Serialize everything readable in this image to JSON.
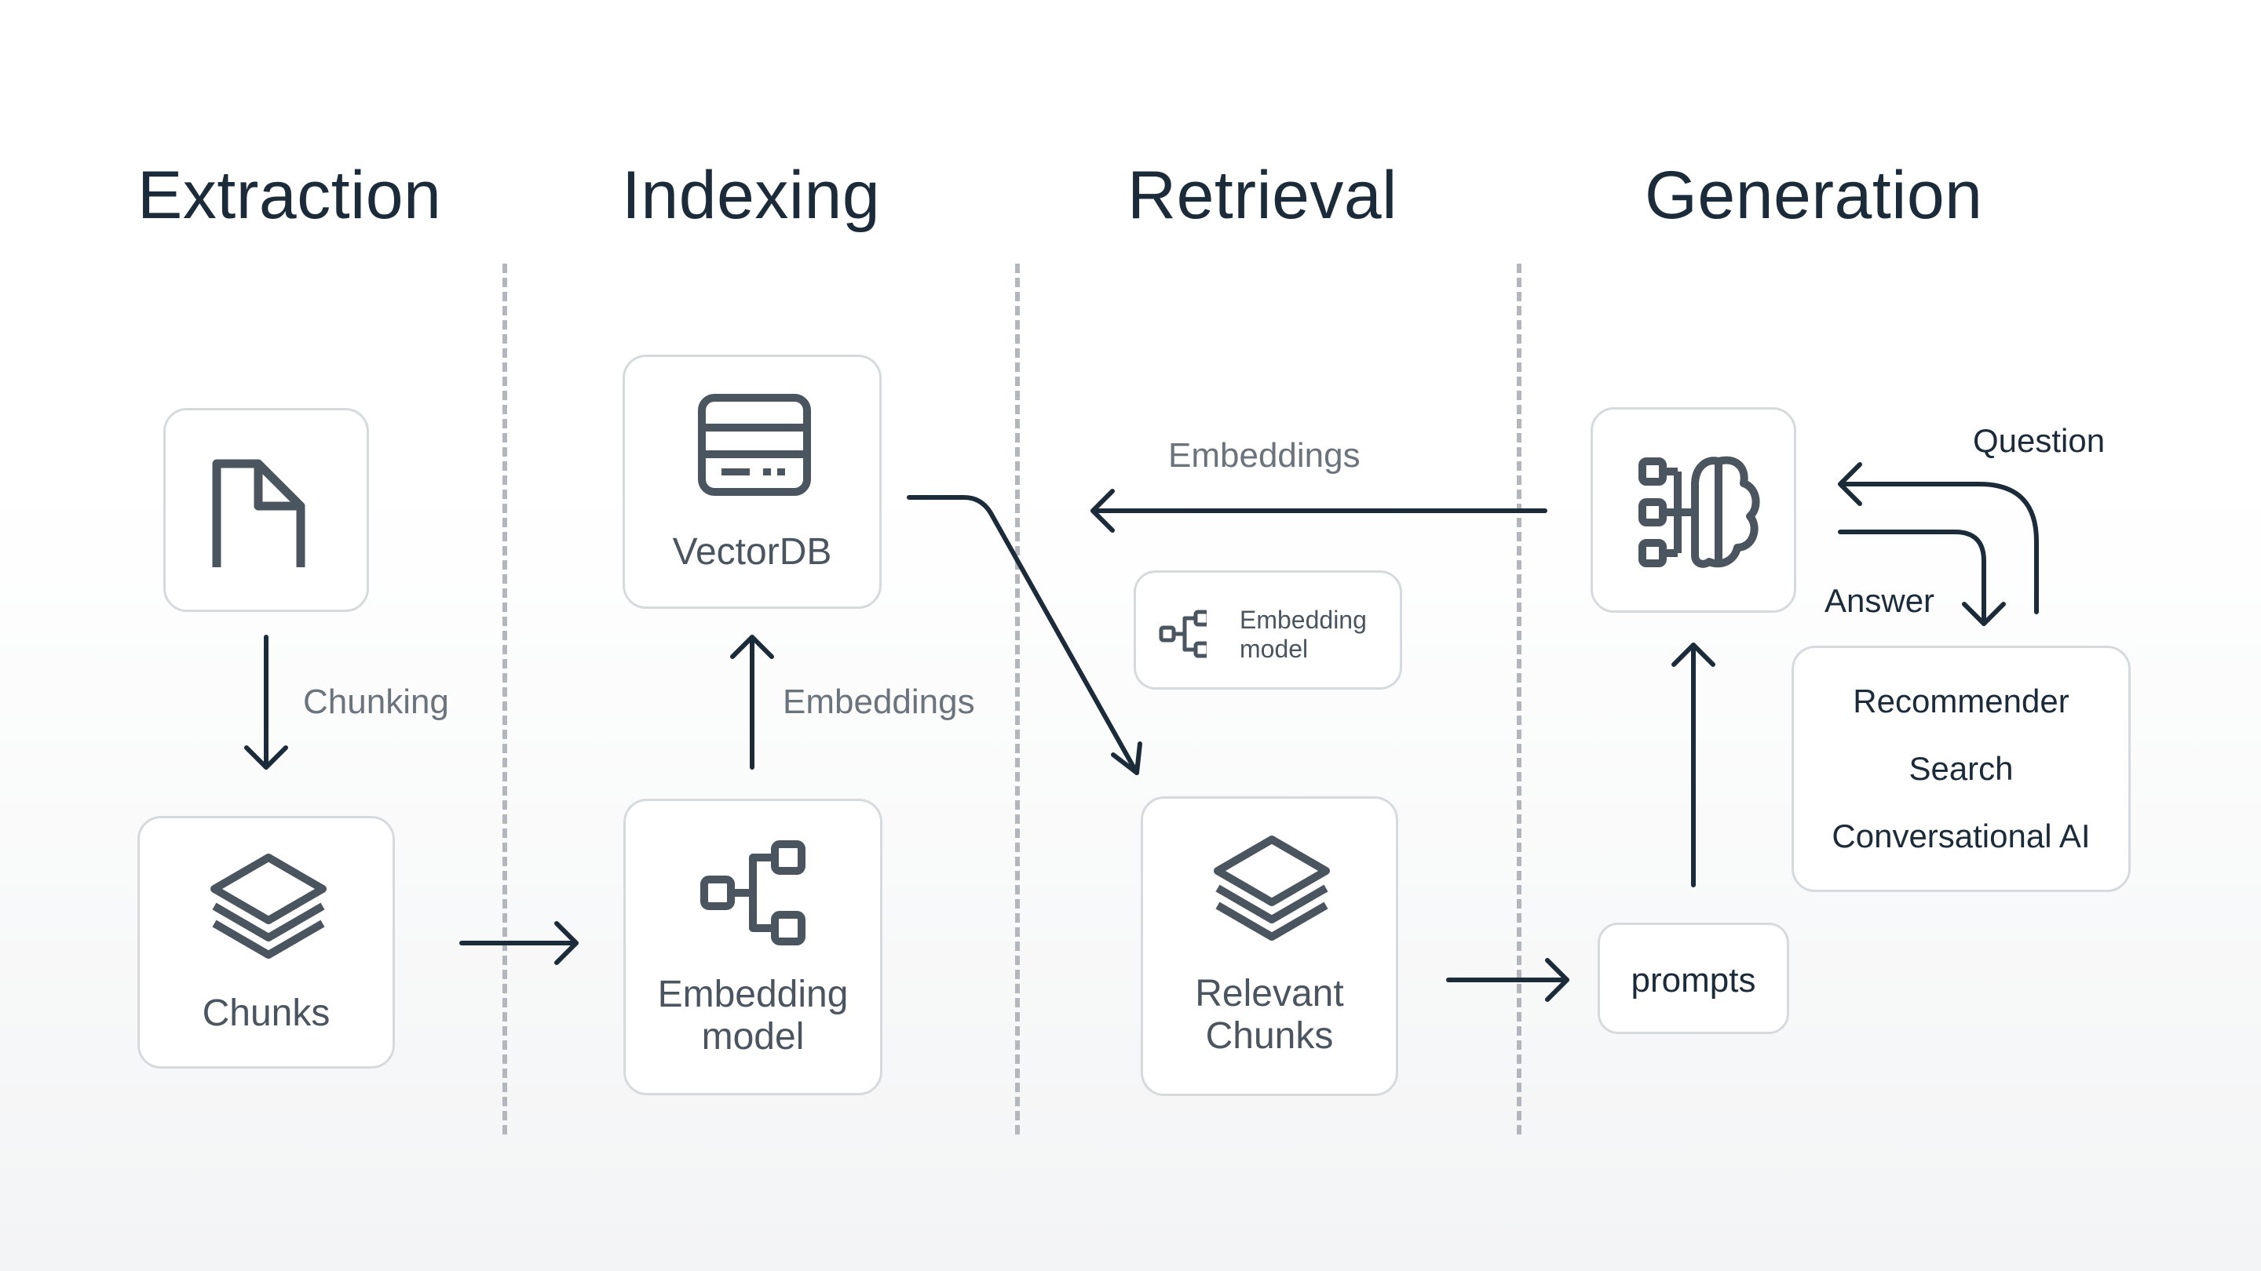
{
  "phases": {
    "extraction": "Extraction",
    "indexing": "Indexing",
    "retrieval": "Retrieval",
    "generation": "Generation"
  },
  "nodes": {
    "document_icon": "document-icon",
    "chunks": "Chunks",
    "vectordb": "VectorDB",
    "embedding_model": "Embedding model",
    "embedding_model_small": "Embedding model",
    "relevant_chunks": "Relevant Chunks",
    "prompts": "prompts",
    "llm_icon": "llm-brain-icon"
  },
  "edges": {
    "chunking": "Chunking",
    "embeddings_up": "Embeddings",
    "embeddings_query": "Embeddings",
    "question": "Question",
    "answer": "Answer"
  },
  "applications": [
    "Recommender",
    "Search",
    "Conversational AI"
  ],
  "colors": {
    "title": "#1c2b39",
    "icon": "#4a5560",
    "arrow": "#1c2b39",
    "box_border": "#d7dadd",
    "divider": "#b3b7bb"
  }
}
